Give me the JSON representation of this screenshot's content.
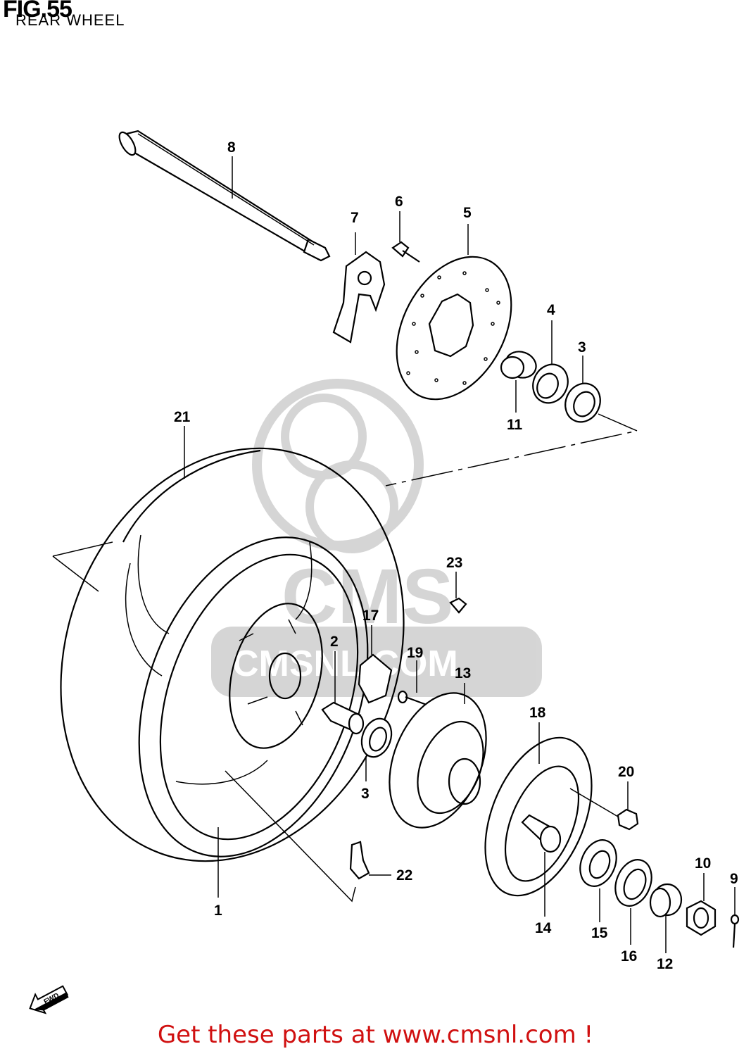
{
  "header": {
    "title": "FIG.55",
    "subtitle": "REAR WHEEL"
  },
  "watermark": {
    "text": "CMSNL.COM",
    "brand": "CMS",
    "color": "#d9d9d9"
  },
  "callouts": {
    "c1": "1",
    "c2": "2",
    "c3a": "3",
    "c3b": "3",
    "c4": "4",
    "c5": "5",
    "c6": "6",
    "c7": "7",
    "c8": "8",
    "c9": "9",
    "c10": "10",
    "c11": "11",
    "c12": "12",
    "c13": "13",
    "c14": "14",
    "c15": "15",
    "c16": "16",
    "c17": "17",
    "c18": "18",
    "c19": "19",
    "c20": "20",
    "c21": "21",
    "c22": "22",
    "c23": "23"
  },
  "direction_badge": {
    "label": "FWD",
    "icon": "forward-arrow-icon"
  },
  "footer": {
    "text": "Get these parts at www.cmsnl.com !",
    "color": "#d01010"
  }
}
